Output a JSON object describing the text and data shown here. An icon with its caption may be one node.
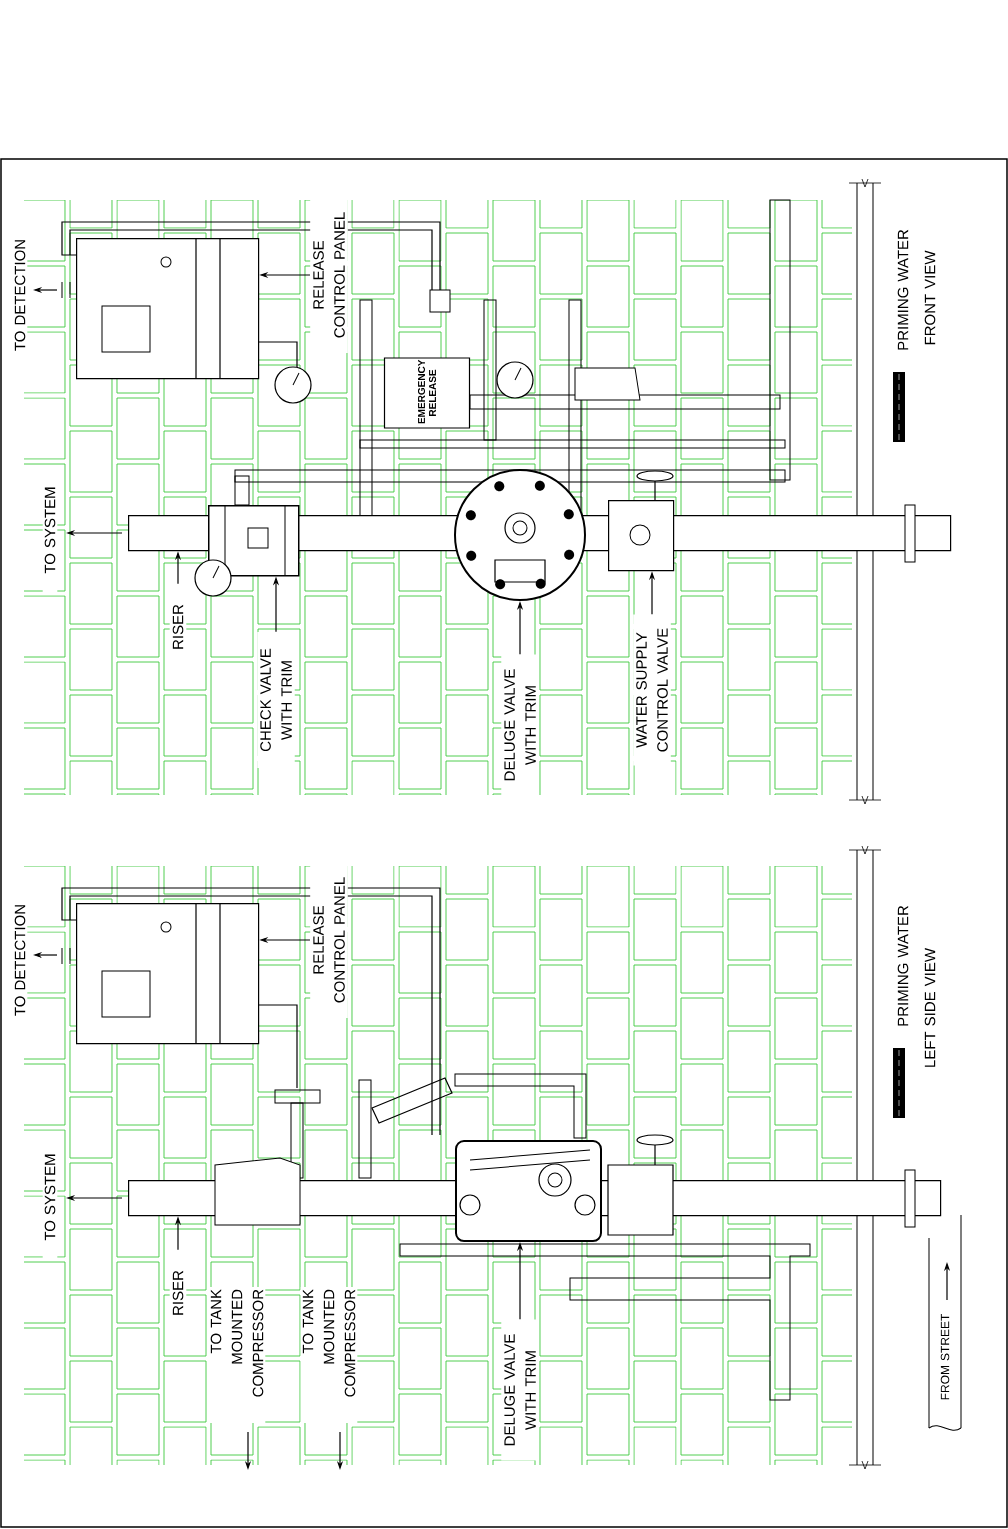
{
  "diagram": {
    "nodes": [
      {
        "text": [],
        "shape": "picture"
      },
      {
        "text": [
          "RELEASE CONTROL PANEL"
        ]
      },
      {
        "text": [],
        "shape": "picture"
      },
      {
        "text": [
          "RISER"
        ]
      },
      {
        "text": [],
        "shape": "picture"
      },
      {
        "text": [
          "CHECK VALVE WITH TRIM"
        ]
      },
      {
        "text": [],
        "shape": "picture"
      },
      {
        "text": [
          "DELUGE VALVE WITH TRIM"
        ]
      },
      {
        "text": [],
        "shape": "picture"
      },
      {
        "text": [
          "WATER SUPPLY CONTROL VALVE"
        ]
      },
      {
        "text": [
          "EMERGENCY RELEASE"
        ]
      },
      {
        "text": [],
        "shape": "picture"
      },
      {
        "text": [
          "RELEASE CONTROL PANEL"
        ]
      },
      {
        "text": [],
        "shape": "picture"
      },
      {
        "text": [
          "RISER"
        ]
      },
      {
        "text": [],
        "shape": "picture"
      },
      {
        "text": [
          "DELUGE VALVE WITH TRIM"
        ]
      }
    ],
    "edges": [
      {
        "from": 1,
        "to": 0,
        "arrow": "to"
      },
      {
        "from": 3,
        "to": 2,
        "arrow": "to"
      },
      {
        "from": 5,
        "to": 4,
        "arrow": "to"
      },
      {
        "from": 7,
        "to": 6,
        "arrow": "to"
      },
      {
        "from": 9,
        "to": 8,
        "arrow": "to"
      },
      {
        "from": 12,
        "to": 11,
        "arrow": "to"
      },
      {
        "from": 14,
        "to": 13,
        "arrow": "to"
      },
      {
        "from": 16,
        "to": 15,
        "arrow": "to"
      }
    ],
    "labels": [
      "TO DETECTION",
      "TO SYSTEM",
      "FRONT VIEW",
      "TO DETECTION",
      "TO SYSTEM",
      "TO TANK MOUNTED COMPRESSOR",
      "TO TANK MOUNTED COMPRESSOR",
      "FROM STREET",
      "LEFT SIDE VIEW"
    ],
    "legend": [
      {
        "text": "PRIMING WATER"
      },
      {
        "text": "PRIMING WATER"
      }
    ]
  }
}
